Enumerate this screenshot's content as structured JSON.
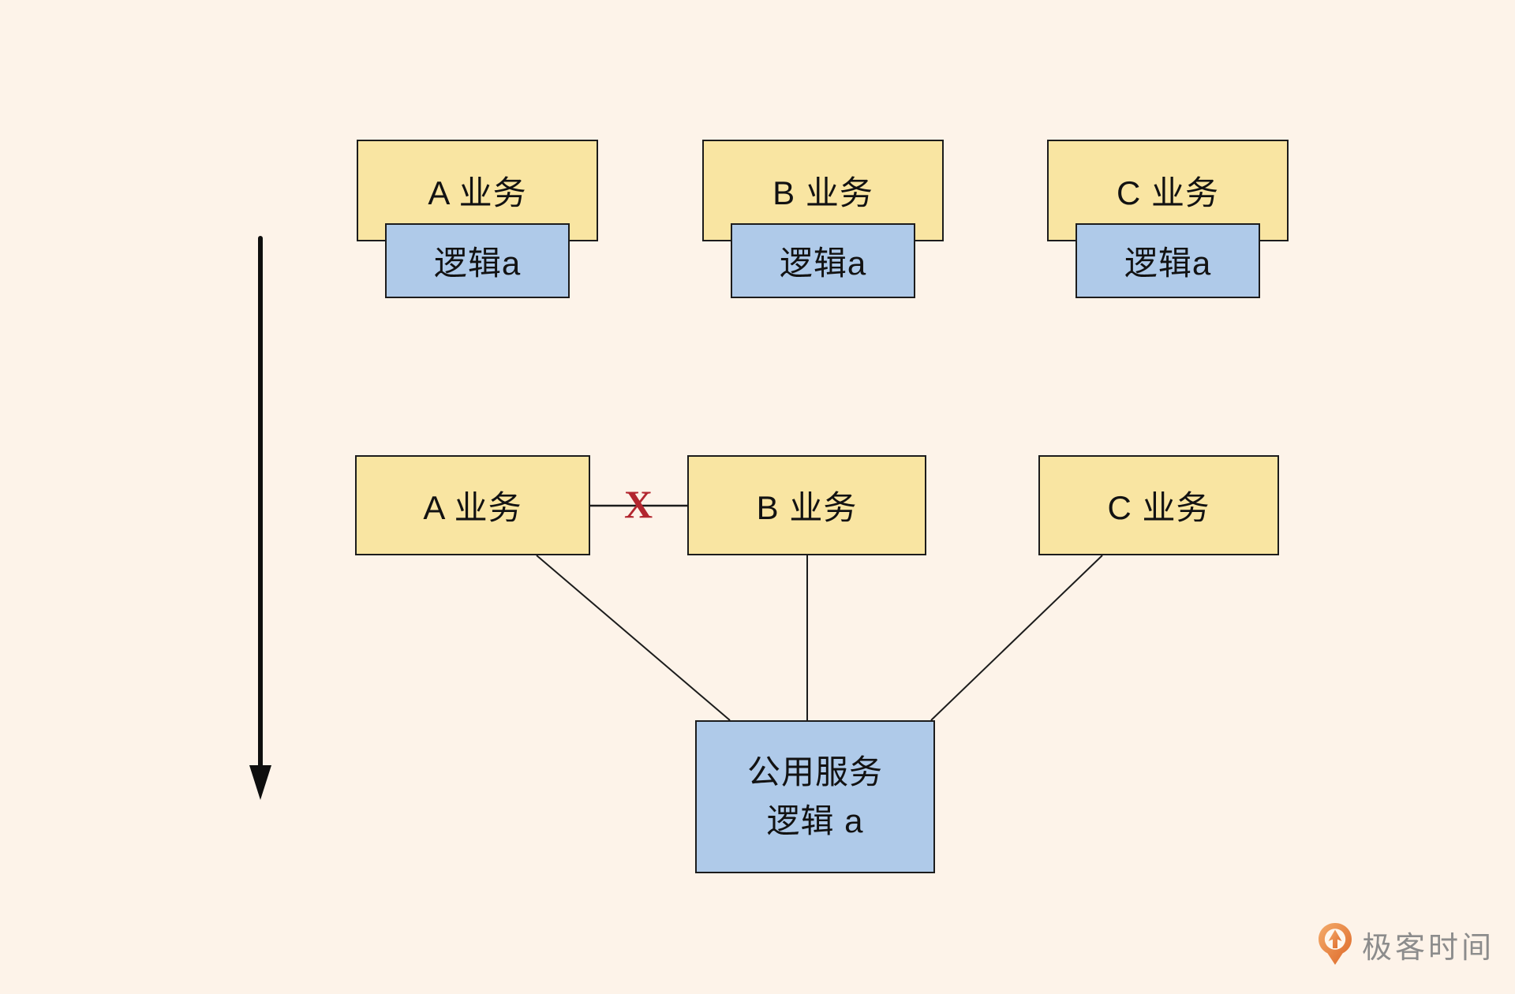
{
  "top_row": {
    "groups": [
      {
        "service": "A 业务",
        "logic": "逻辑a"
      },
      {
        "service": "B 业务",
        "logic": "逻辑a"
      },
      {
        "service": "C 业务",
        "logic": "逻辑a"
      }
    ]
  },
  "middle_row": {
    "services": [
      {
        "label": "A 业务"
      },
      {
        "label": "B 业务"
      },
      {
        "label": "C 业务"
      }
    ],
    "broken_link_mark": "X"
  },
  "shared_service": {
    "line1": "公用服务",
    "line2": "逻辑 a"
  },
  "watermark": {
    "brand": "极客时间"
  },
  "colors": {
    "background": "#FDF3E9",
    "service_fill": "#F9E5A2",
    "logic_fill": "#AFCAE9",
    "border": "#1C1C1C",
    "broken_link_x": "#B2262F",
    "watermark_text": "#8C8C8C",
    "watermark_orange": "#E8813B"
  }
}
